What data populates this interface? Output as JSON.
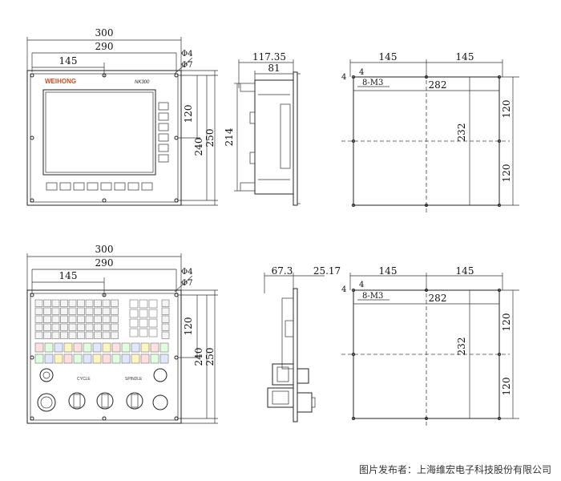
{
  "brand": {
    "logo_text": "WEIHONG",
    "model": "NK300",
    "logo_color": "#c8501e"
  },
  "front_view": {
    "dim_width_outer": "300",
    "dim_width_inner": "290",
    "dim_half": "145",
    "dim_hole": "Φ4",
    "dim_hole2": "Φ7",
    "dim_mid": "120",
    "dim_height_inner": "240",
    "dim_height_outer": "250"
  },
  "side_view": {
    "dim_depth_total": "117.35",
    "dim_depth_body": "81",
    "dim_height": "214"
  },
  "cutout_top": {
    "dim_left": "145",
    "dim_right": "145",
    "dim_offset": "4",
    "screw_label": "8-M3",
    "dim_width": "282",
    "dim_height": "232",
    "dim_upper": "120",
    "dim_lower": "120"
  },
  "panel_view": {
    "dim_width_outer": "300",
    "dim_width_inner": "290",
    "dim_half": "145",
    "dim_hole": "Φ4",
    "dim_hole2": "Φ7",
    "dim_mid": "120",
    "dim_height_inner": "240",
    "dim_height_outer": "250",
    "label_cycle": "CYCLE",
    "label_spindle": "SPINDLE",
    "key_colors": [
      "#ffe0e0",
      "#e0ffe0",
      "#e0e8ff",
      "#fff5c0"
    ]
  },
  "side_view2": {
    "dim_depth_left": "67.3",
    "dim_depth_right": "25.17"
  },
  "cutout_bottom": {
    "dim_left": "145",
    "dim_right": "145",
    "dim_offset": "4",
    "screw_label": "8-M3",
    "dim_width": "282",
    "dim_height": "232",
    "dim_upper": "120",
    "dim_lower": "120"
  },
  "credit": "图片发布者：上海维宏电子科技股份有限公司"
}
